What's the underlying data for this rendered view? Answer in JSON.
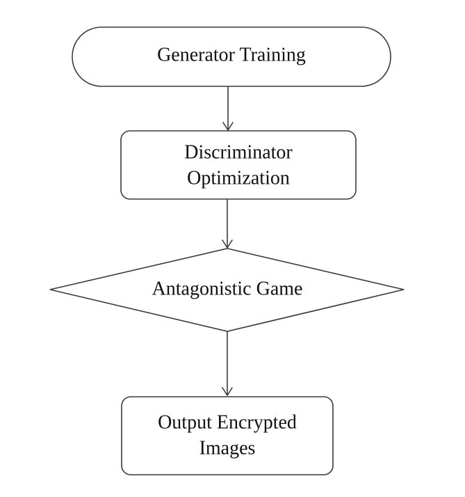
{
  "diagram": {
    "type": "flowchart",
    "nodes": [
      {
        "id": "generator",
        "shape": "terminal",
        "lines": [
          "Generator Training"
        ]
      },
      {
        "id": "discriminator",
        "shape": "process",
        "lines": [
          "Discriminator",
          "Optimization"
        ]
      },
      {
        "id": "game",
        "shape": "decision",
        "lines": [
          "Antagonistic Game"
        ]
      },
      {
        "id": "output",
        "shape": "process",
        "lines": [
          "Output Encrypted",
          "Images"
        ]
      }
    ],
    "edges": [
      {
        "from": "generator",
        "to": "discriminator"
      },
      {
        "from": "discriminator",
        "to": "game"
      },
      {
        "from": "game",
        "to": "output"
      }
    ],
    "colors": {
      "stroke": "#3a3a3a",
      "fill": "#ffffff",
      "text": "#111111"
    }
  }
}
